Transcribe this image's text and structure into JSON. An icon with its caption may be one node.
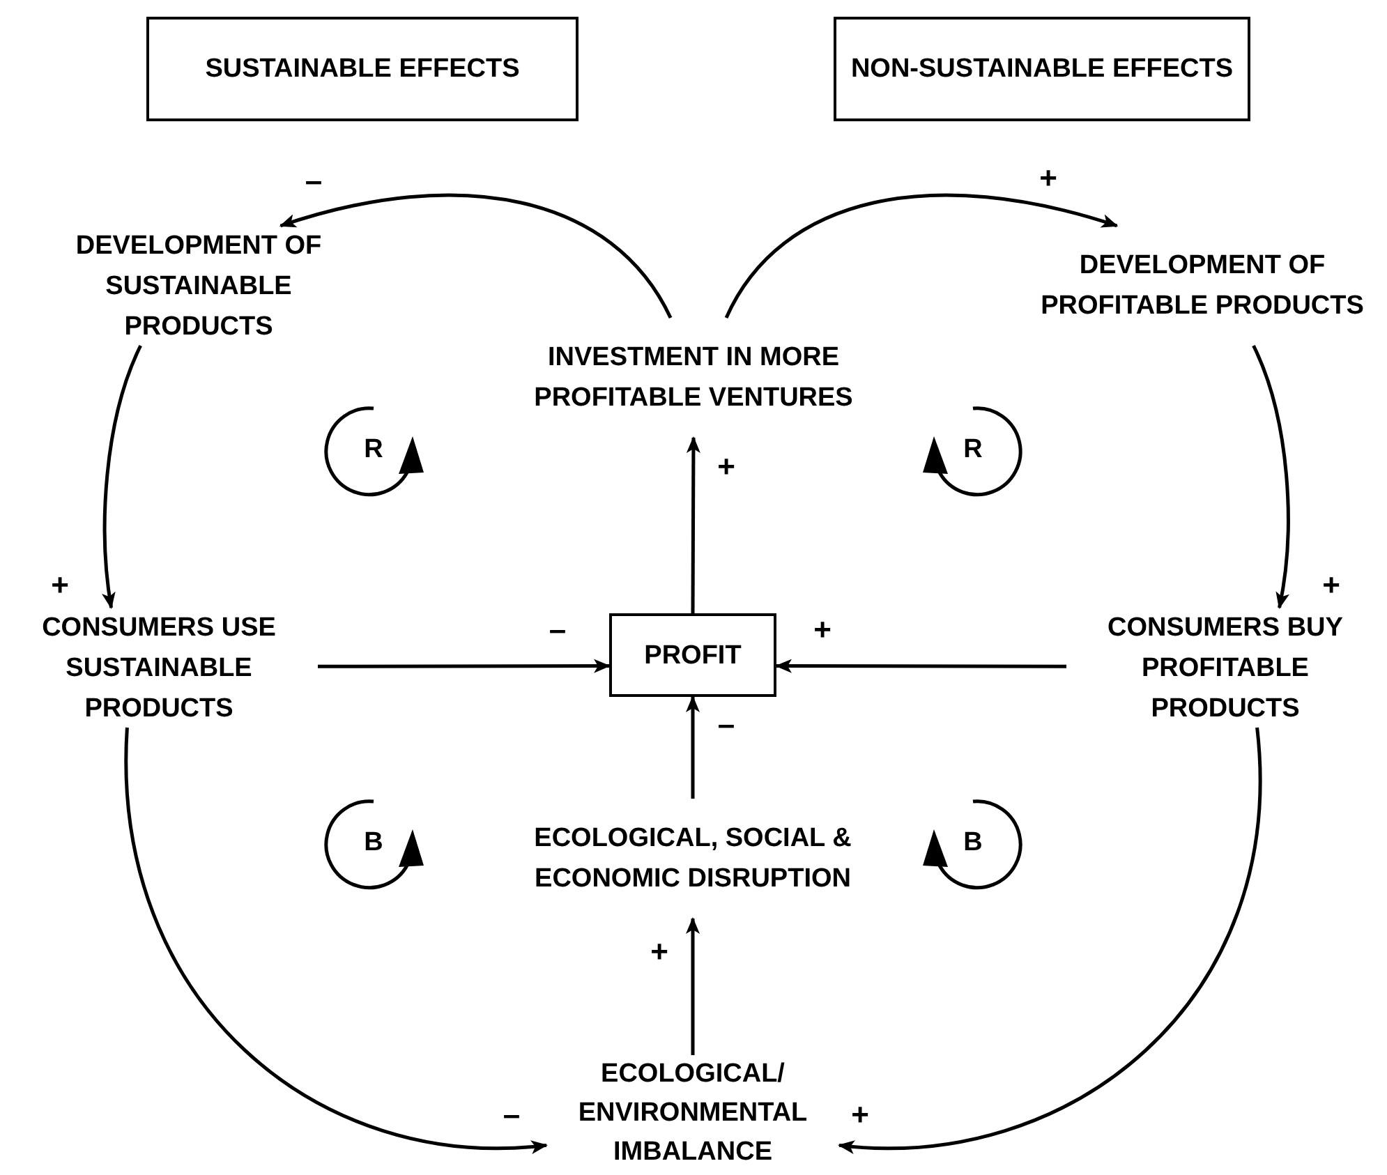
{
  "diagram": {
    "nodes": [
      {
        "text": [
          "SUSTAINABLE EFFECTS"
        ]
      },
      {
        "text": [
          "NON-SUSTAINABLE EFFECTS"
        ]
      },
      {
        "text": [
          "DEVELOPMENT OF SUSTAINABLE PRODUCTS"
        ]
      },
      {
        "text": [
          "INVESTMENT IN MORE PROFITABLE VENTURES"
        ]
      },
      {
        "text": [
          "DEVELOPMENT OF PROFITABLE PRODUCTS"
        ]
      },
      {
        "text": [
          "CONSUMERS USE SUSTAINABLE PRODUCTS"
        ]
      },
      {
        "text": [
          "PROFIT"
        ]
      },
      {
        "text": [
          "CONSUMERS BUY PROFITABLE PRODUCTS"
        ]
      },
      {
        "text": [
          "ECOLOGICAL, SOCIAL & ECONOMIC DISRUPTION"
        ]
      },
      {
        "text": [
          "ECOLOGICAL/ ENVIRONMENTAL IMBALANCE"
        ]
      }
    ],
    "edges": [
      {
        "from": 3,
        "to": 2,
        "arrow": "to",
        "label": "–"
      },
      {
        "from": 3,
        "to": 4,
        "arrow": "to",
        "label": "+"
      },
      {
        "from": 2,
        "to": 5,
        "arrow": "to",
        "label": "+"
      },
      {
        "from": 4,
        "to": 7,
        "arrow": "to",
        "label": "+"
      },
      {
        "from": 5,
        "to": 6,
        "arrow": "to",
        "label": "–"
      },
      {
        "from": 7,
        "to": 6,
        "arrow": "to",
        "label": "+"
      },
      {
        "from": 6,
        "to": 3,
        "arrow": "to",
        "label": "+"
      },
      {
        "from": 8,
        "to": 6,
        "arrow": "to",
        "label": "–"
      },
      {
        "from": 9,
        "to": 8,
        "arrow": "to",
        "label": "+"
      },
      {
        "from": 5,
        "to": 9,
        "arrow": "to",
        "label": "–"
      },
      {
        "from": 7,
        "to": 9,
        "arrow": "to",
        "label": "+"
      }
    ],
    "labels": [
      "R",
      "R",
      "B",
      "B"
    ]
  }
}
